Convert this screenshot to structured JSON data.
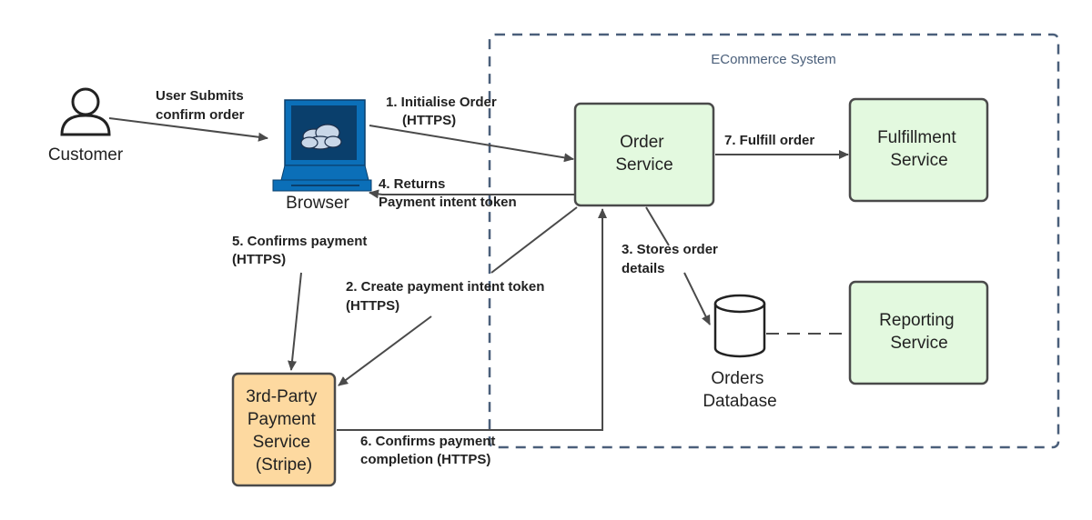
{
  "system": {
    "label": "ECommerce System"
  },
  "nodes": {
    "customer": {
      "label": "Customer"
    },
    "browser": {
      "label": "Browser"
    },
    "order_service": {
      "line1": "Order",
      "line2": "Service"
    },
    "fulfillment_service": {
      "line1": "Fulfillment",
      "line2": "Service"
    },
    "reporting_service": {
      "line1": "Reporting",
      "line2": "Service"
    },
    "orders_database": {
      "line1": "Orders",
      "line2": "Database"
    },
    "payment_service": {
      "line1": "3rd-Party",
      "line2": "Payment",
      "line3": "Service",
      "line4": "(Stripe)"
    }
  },
  "edges": {
    "user_submits": {
      "line1": "User Submits",
      "line2": "confirm order"
    },
    "initialise_order": {
      "line1": "1. Initialise Order",
      "line2": "(HTTPS)"
    },
    "create_payment_intent": {
      "line1": "2. Create payment intent token",
      "line2": "(HTTPS)"
    },
    "stores_order": {
      "line1": "3. Stores order",
      "line2": "details"
    },
    "returns_token": {
      "line1": "4. Returns",
      "line2": "Payment intent token"
    },
    "confirms_payment": {
      "line1": "5. Confirms payment",
      "line2": "(HTTPS)"
    },
    "confirms_completion": {
      "line1": "6. Confirms payment",
      "line2": "completion (HTTPS)"
    },
    "fulfill_order": {
      "line1": "7. Fulfill order"
    }
  },
  "colors": {
    "service_fill": "#e3f9df",
    "payment_fill": "#fdd9a0",
    "node_stroke": "#4a4a4a",
    "system_border": "#4a5f7a",
    "browser_blue": "#0b6fb8"
  }
}
